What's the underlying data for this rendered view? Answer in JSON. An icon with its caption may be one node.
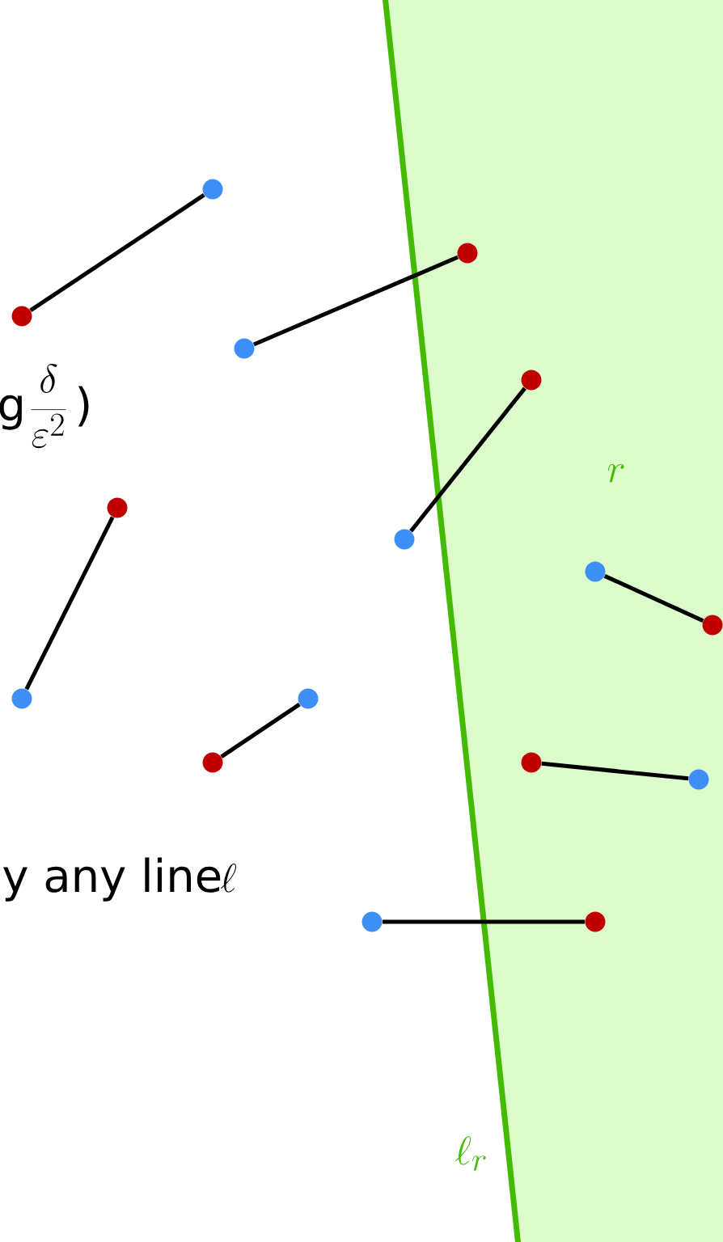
{
  "diagram": {
    "nodes": [
      {
        "text": [],
        "shape": "circle"
      },
      {
        "text": [],
        "shape": "circle"
      },
      {
        "text": [],
        "shape": "circle"
      },
      {
        "text": [],
        "shape": "circle"
      },
      {
        "text": [],
        "shape": "circle"
      },
      {
        "text": [],
        "shape": "circle"
      },
      {
        "text": [],
        "shape": "circle"
      },
      {
        "text": [],
        "shape": "circle"
      },
      {
        "text": [],
        "shape": "circle"
      },
      {
        "text": [],
        "shape": "circle"
      },
      {
        "text": [],
        "shape": "circle"
      },
      {
        "text": [],
        "shape": "circle"
      },
      {
        "text": [],
        "shape": "circle"
      },
      {
        "text": [],
        "shape": "circle"
      },
      {
        "text": [],
        "shape": "circle"
      },
      {
        "text": [],
        "shape": "circle"
      }
    ],
    "edges": [
      {
        "from": 2,
        "to": 0,
        "arrow": "none"
      },
      {
        "from": 3,
        "to": 1,
        "arrow": "none"
      },
      {
        "from": 6,
        "to": 4,
        "arrow": "none"
      },
      {
        "from": 7,
        "to": 8,
        "arrow": "none"
      },
      {
        "from": 9,
        "to": 5,
        "arrow": "none"
      },
      {
        "from": 11,
        "to": 10,
        "arrow": "none"
      },
      {
        "from": 12,
        "to": 13,
        "arrow": "none"
      },
      {
        "from": 14,
        "to": 15,
        "arrow": "none"
      }
    ],
    "labels": [
      "g",
      "\\frac{\\delta}{\\varepsilon^{2}}",
      ")",
      "y any line",
      "\\ell",
      "r",
      "\\ell_{r}"
    ]
  }
}
